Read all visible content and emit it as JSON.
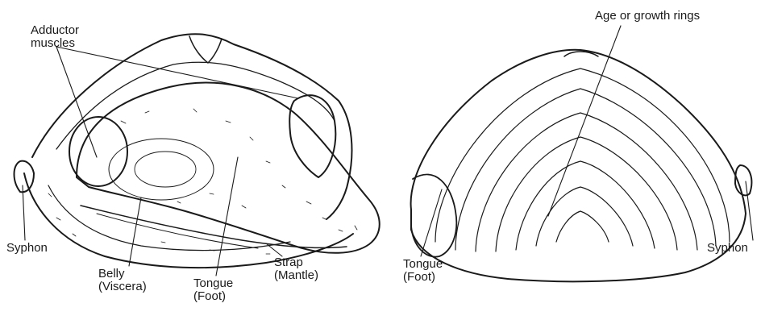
{
  "labels": {
    "adductor_muscles": {
      "line1": "Adductor",
      "line2": "muscles"
    },
    "syphon_left": "Syphon",
    "belly": {
      "line1": "Belly",
      "line2": "(Viscera)"
    },
    "tongue_left": {
      "line1": "Tongue",
      "line2": "(Foot)"
    },
    "strap": {
      "line1": "Strap",
      "line2": "(Mantle)"
    },
    "age_rings": "Age or growth rings",
    "tongue_right": {
      "line1": "Tongue",
      "line2": "(Foot)"
    },
    "syphon_right": "Syphon"
  },
  "colors": {
    "ink": "#1a1a1a",
    "background": "#ffffff"
  }
}
